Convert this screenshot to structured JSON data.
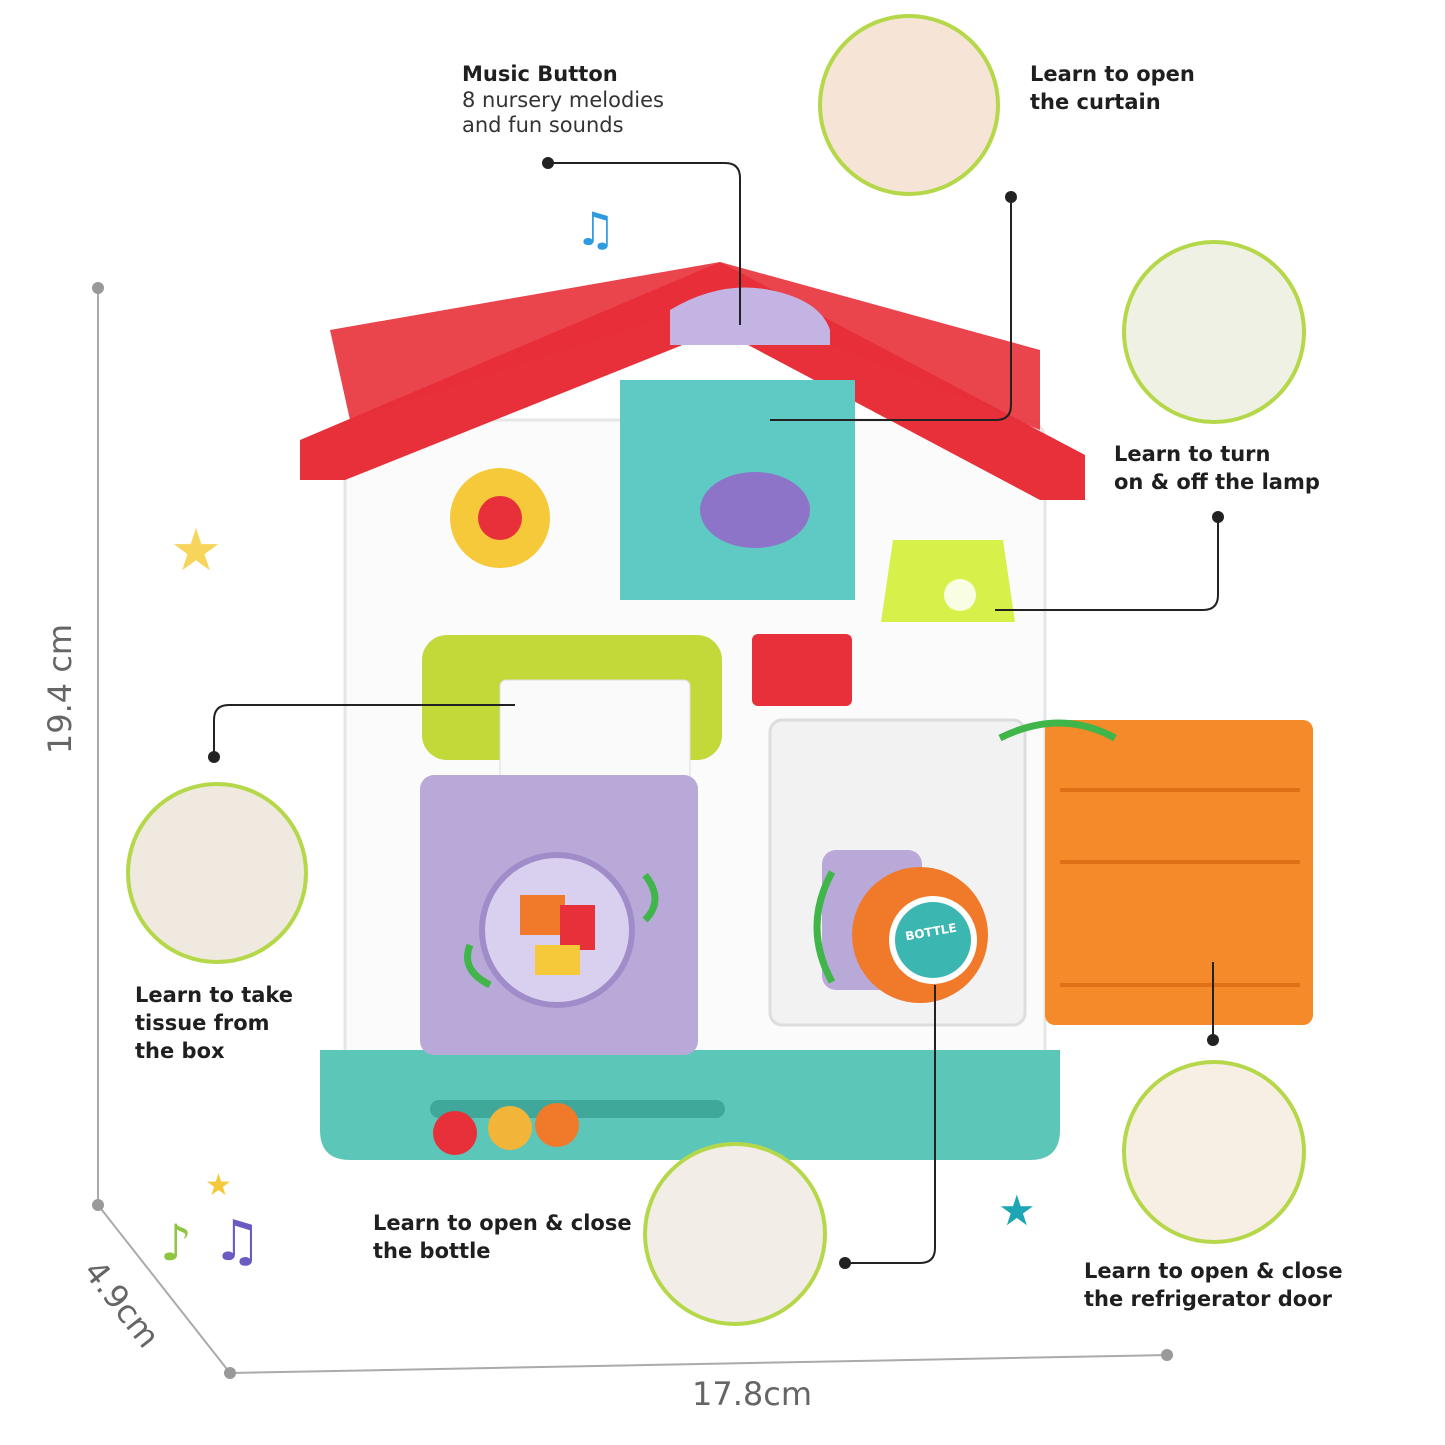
{
  "callouts": {
    "music": {
      "title": "Music Button",
      "line1": "8 nursery melodies",
      "line2": "and fun sounds"
    },
    "curtain": {
      "line1": "Learn to open",
      "line2": "the curtain"
    },
    "lamp": {
      "line1": "Learn to turn",
      "line2": "on & off the lamp"
    },
    "tissue": {
      "line1": "Learn to take",
      "line2": "tissue from",
      "line3": "the box"
    },
    "bottle": {
      "line1": "Learn to open & close",
      "line2": "the bottle"
    },
    "fridge": {
      "line1": "Learn to open & close",
      "line2": "the refrigerator door"
    }
  },
  "dimensions": {
    "height": "19.4 cm",
    "depth": "4.9cm",
    "width": "17.8cm"
  },
  "product": {
    "bottle_label": "BOTTLE"
  },
  "colors": {
    "roof": "#e8303a",
    "base": "#5cc7b8",
    "washer": "#b9a9d8",
    "fridge_door": "#f58a2a",
    "lamp": "#d8f04a",
    "bubble_ring": "#b5d84a"
  }
}
